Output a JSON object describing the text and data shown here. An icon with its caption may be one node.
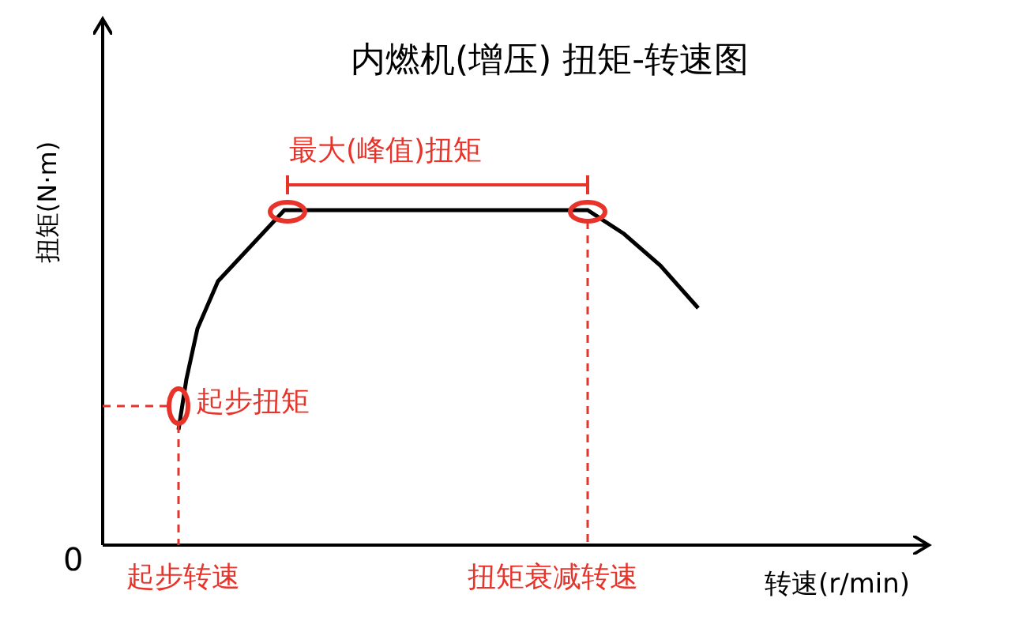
{
  "diagram": {
    "title": "内燃机(增压) 扭矩-转速图",
    "labels": [
      "扭矩(N·m)",
      "最大(峰值)扭矩",
      "起步扭矩",
      "0",
      "起步转速",
      "扭矩衰减转速",
      "转速(r/min)"
    ]
  }
}
